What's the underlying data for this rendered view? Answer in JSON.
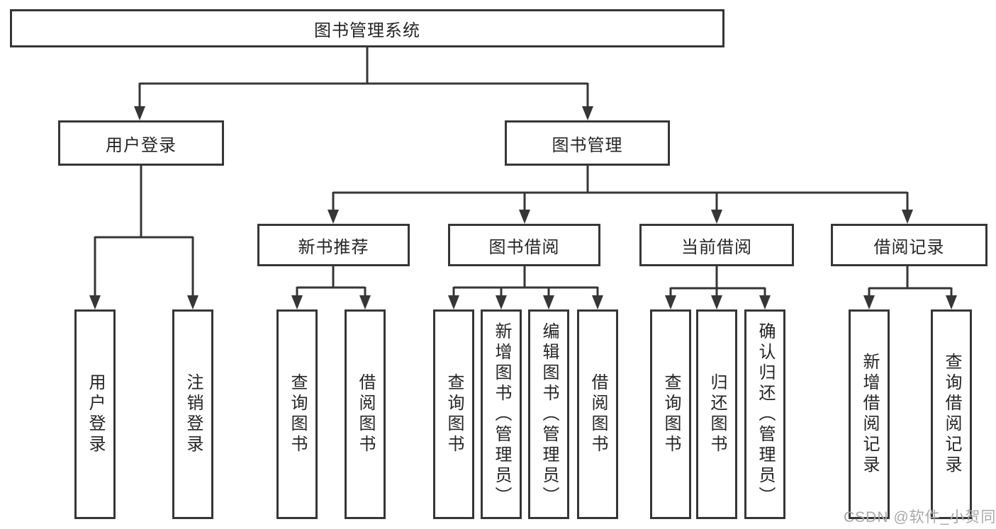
{
  "page": {
    "background": "#ffffff"
  },
  "colors": {
    "line-color": "#363636",
    "text-color": "#252525",
    "watermark-color": "#a8a8a8"
  },
  "nodes": {
    "root": "图书管理系统",
    "user_login": "用户登录",
    "book_management": "图书管理",
    "new_book_recommend": "新书推荐",
    "book_borrow": "图书借阅",
    "current_borrow": "当前借阅",
    "borrow_records": "借阅记录",
    "user_login_leaf": "用户登录",
    "logout_leaf": "注销登录",
    "query_book_1": "查询图书",
    "borrow_book_1": "借阅图书",
    "query_book_2": "查询图书",
    "add_book_admin": "新增图书（管理员）",
    "edit_book_admin": "编辑图书（管理员）",
    "borrow_book_2": "借阅图书",
    "query_book_3": "查询图书",
    "return_book": "归还图书",
    "confirm_return_admin": "确认归还（管理员）",
    "add_borrow_record": "新增借阅记录",
    "query_borrow_record": "查询借阅记录"
  },
  "structure": {
    "图书管理系统": {
      "用户登录": [
        "用户登录",
        "注销登录"
      ],
      "图书管理": {
        "新书推荐": [
          "查询图书",
          "借阅图书"
        ],
        "图书借阅": [
          "查询图书",
          "新增图书（管理员）",
          "编辑图书（管理员）",
          "借阅图书"
        ],
        "当前借阅": [
          "查询图书",
          "归还图书",
          "确认归还（管理员）"
        ],
        "借阅记录": [
          "新增借阅记录",
          "查询借阅记录"
        ]
      }
    }
  },
  "watermark": "CSDN @软件_小贺同学"
}
